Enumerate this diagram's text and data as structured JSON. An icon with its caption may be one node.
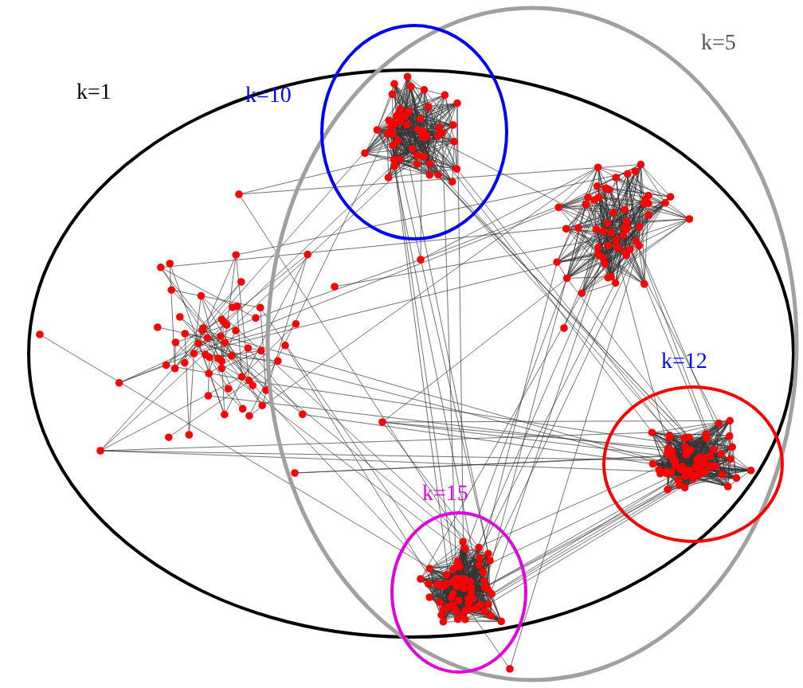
{
  "diagram": {
    "labels": [
      "k=1",
      "k=5",
      "k=10",
      "k=12",
      "k=15"
    ]
  }
}
